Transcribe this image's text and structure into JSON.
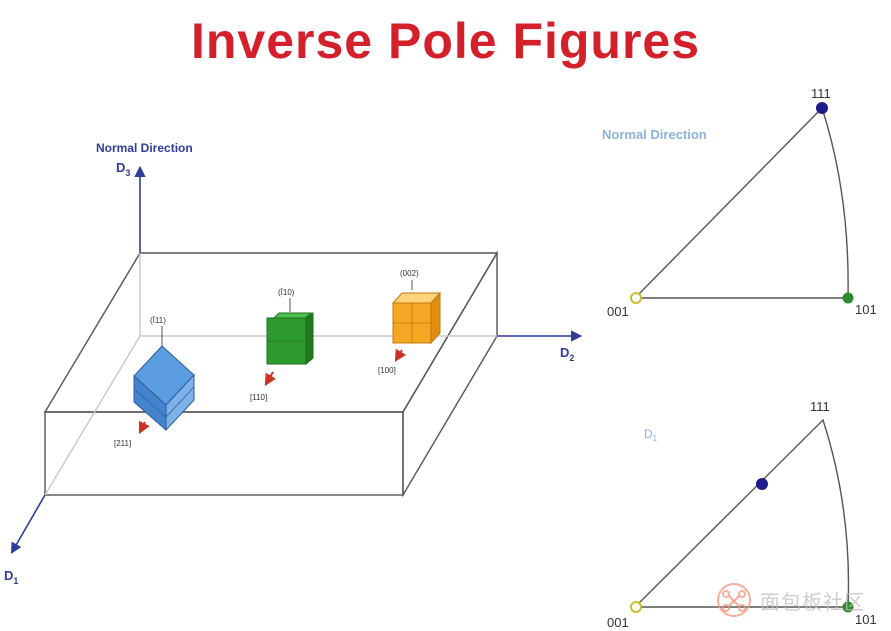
{
  "title": "Inverse Pole Figures",
  "colors": {
    "title": "#d4202a",
    "axis": "#2e3d9c",
    "box": "#555555",
    "crystal_blue": "#4d8fdb",
    "crystal_green": "#2e9b2e",
    "crystal_orange": "#f5a623",
    "pole_blue": "#1c1c8c",
    "pole_green": "#2e8b2e",
    "pole_yellow": "#d9d23a",
    "annotation_red": "#cc3322",
    "text_blue": "#2e3d9c",
    "text_light_blue": "#8ab4dd"
  },
  "sample": {
    "normal_direction_label": "Normal Direction",
    "d3_label": "D",
    "d3_sub": "3",
    "d2_label": "D",
    "d2_sub": "2",
    "d1_label": "D",
    "d1_sub": "1"
  },
  "crystals": [
    {
      "name": "blue",
      "top_label": "(Ī11)",
      "bottom_label": "[211]"
    },
    {
      "name": "green",
      "top_label": "(Ī10)",
      "bottom_label": "[110]"
    },
    {
      "name": "orange",
      "top_label": "(002)",
      "bottom_label": "[100]"
    }
  ],
  "ipf_top": {
    "label": "Normal Direction",
    "vertex_001": "001",
    "vertex_101": "101",
    "vertex_111": "111"
  },
  "ipf_bottom": {
    "label": "D",
    "label_sub": "1",
    "vertex_001": "001",
    "vertex_101": "101",
    "vertex_111": "111"
  },
  "watermark": "面包板社区"
}
